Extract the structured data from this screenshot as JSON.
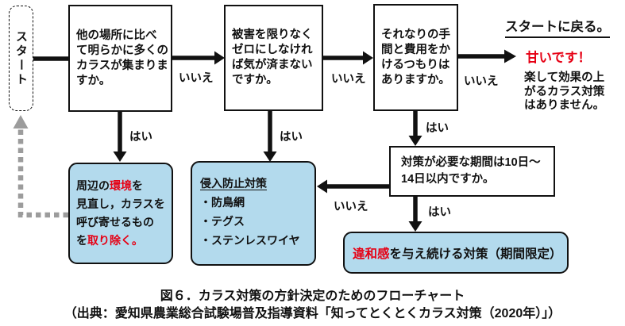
{
  "figure": {
    "caption_line1": "図６．カラス対策の方針決定のためのフローチャート",
    "caption_line2": "（出典：愛知県農業総合試験場普及指導資料「知ってとくとくカラス対策（2020年）」）"
  },
  "colors": {
    "accent_red": "#e60014",
    "action_box_blue": "#b3daed",
    "flow_line_black": "#111111",
    "loop_arrow_gray": "#9c9c9c"
  },
  "flow": {
    "start_label": "スタート",
    "q1": "他の場所に比べ\nて明らかに多くの\nカラスが集まりま\nすか。",
    "q2": "被害を限りなく\nゼロにしなけれ\nば気が済まない\nですか。",
    "q3": "それなりの手\n間と費用をか\nけるつもりは\nありますか。",
    "q4": "対策が必要な期間は10日～\n14日以内ですか。",
    "labels": {
      "yes": "はい",
      "no": "いいえ"
    },
    "review": {
      "pre": "周辺の",
      "red1": "環境",
      "mid": "を\n見直し，カラスを\n呼び寄せるもの\nを",
      "red2": "取り除く。"
    },
    "prevention": {
      "title": "侵入防止対策",
      "items": [
        "・防鳥網",
        "・テグス",
        "・ステンレスワイヤ"
      ]
    },
    "limited": {
      "red": "違和感",
      "rest": "を与え続ける対策（期間限定）"
    },
    "return_note": {
      "heading": "スタートに戻る。",
      "warning": "甘いです！",
      "body": "楽して効果の上\nがるカラス対策\nはありません。"
    }
  }
}
